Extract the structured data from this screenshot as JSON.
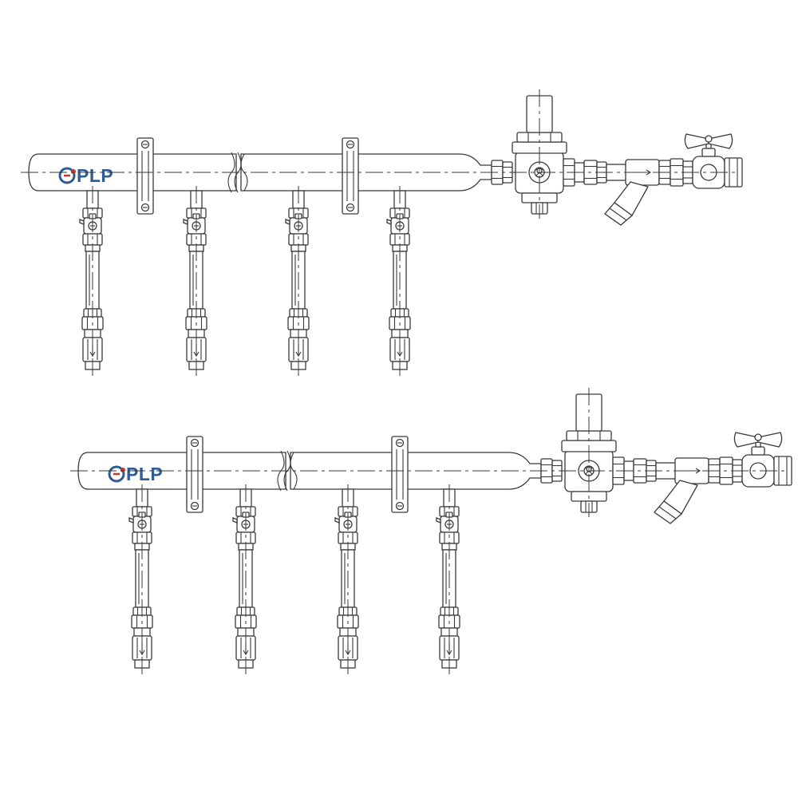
{
  "brand": {
    "logo_text": "PLP",
    "logo_color": "#2f5c95",
    "logo_accent_color": "#c0392b"
  },
  "manifolds": [
    {
      "name": "manifold-upper",
      "outlets": 4,
      "flow_arrow": "down"
    },
    {
      "name": "manifold-lower",
      "outlets": 4,
      "flow_arrow": "down"
    }
  ],
  "line_color": "#3a3a3a",
  "background": "#ffffff"
}
